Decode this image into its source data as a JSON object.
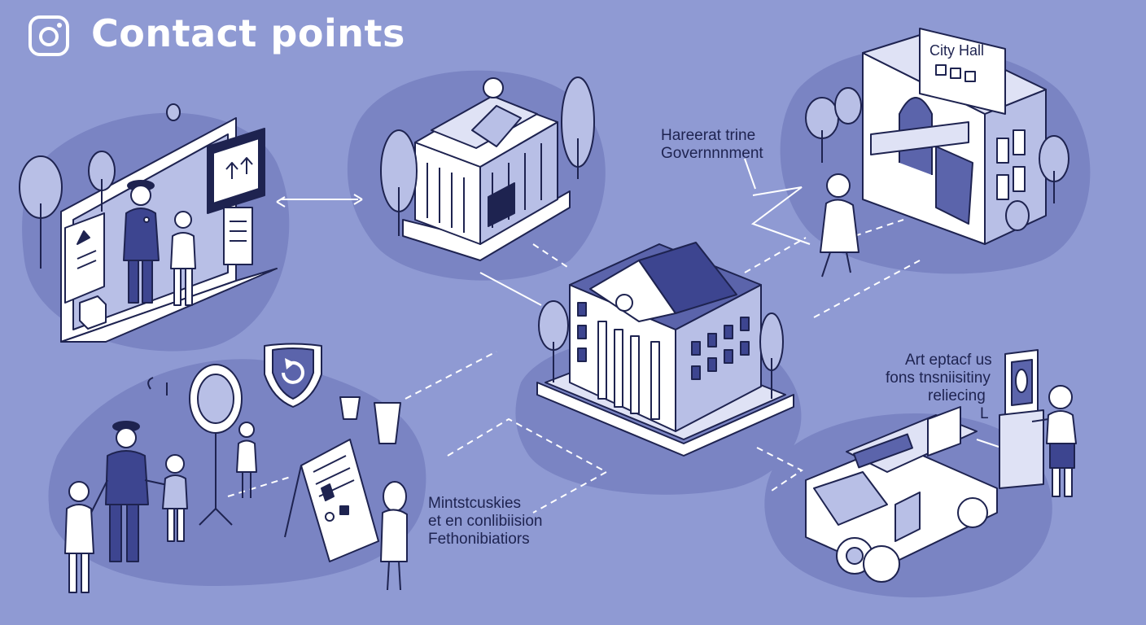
{
  "header": {
    "title": "Contact points",
    "logo_icon": "instagram-logo-icon"
  },
  "signs": {
    "city_hall": "City Hall"
  },
  "labels": {
    "government": {
      "line1": "Hareerat trine",
      "line2": "Governnnment"
    },
    "right": {
      "line1": "Art eptacf us",
      "line2": "fons tnsniisitiny",
      "line3": "reliecing",
      "line4": "L"
    },
    "bottom": {
      "line1": "Mintstcuskies",
      "line2": "et en conlibiision",
      "line3": "Fethonibiatiors"
    }
  },
  "colors": {
    "background": "#8f9ad3",
    "blob": "#7a84c3",
    "ink": "#1e2350",
    "paper": "#ffffff",
    "shade": "#5b64ab"
  }
}
